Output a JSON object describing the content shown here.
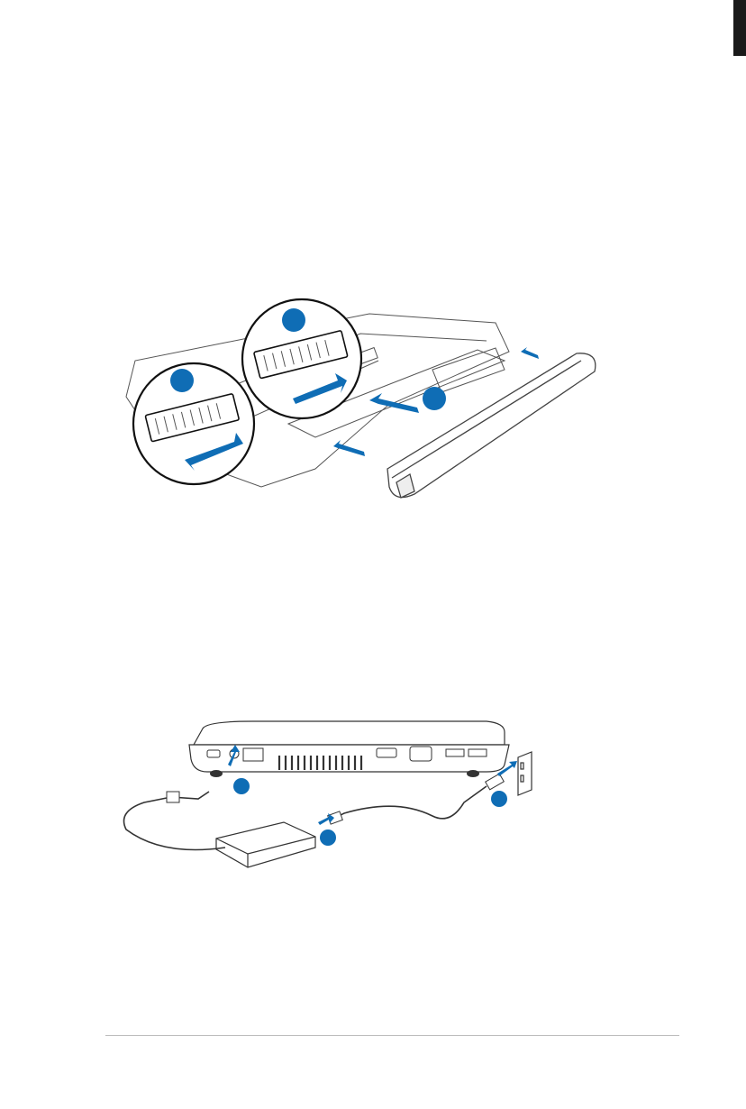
{
  "page": {
    "accent_color": "#0f6db5",
    "tab_color": "#1a1a1a"
  },
  "figures": [
    {
      "name": "battery-installation-illustration",
      "callouts": 3
    },
    {
      "name": "power-adapter-connection-illustration",
      "callouts": 3
    }
  ]
}
